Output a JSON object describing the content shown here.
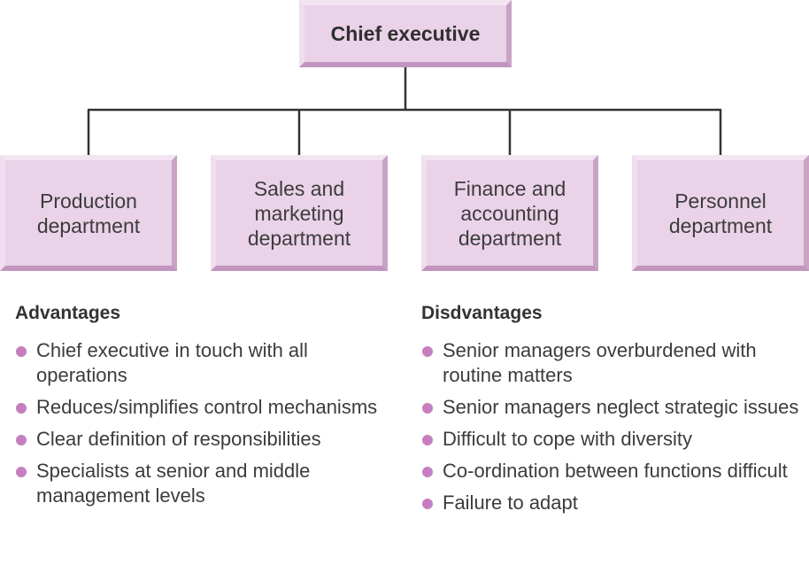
{
  "org_chart": {
    "top": {
      "label": "Chief executive"
    },
    "departments": [
      {
        "label": "Production\ndepartment"
      },
      {
        "label": "Sales and\nmarketing\ndepartment"
      },
      {
        "label": "Finance and\naccounting\ndepartment"
      },
      {
        "label": "Personnel\ndepartment"
      }
    ],
    "line_color": "#333333",
    "box_color": "#ead2e8"
  },
  "advantages": {
    "heading": "Advantages",
    "items": [
      "Chief executive in touch with all operations",
      "Reduces/simplifies control mechanisms",
      "Clear definition of responsibilities",
      "Specialists at senior and middle management levels"
    ]
  },
  "disadvantages": {
    "heading": "Disdvantages",
    "items": [
      "Senior managers overburdened with routine matters",
      "Senior managers neglect strategic issues",
      "Difficult to cope with diversity",
      "Co-ordination between functions difficult",
      "Failure to adapt"
    ]
  },
  "bullet_color": "#c57fbf"
}
